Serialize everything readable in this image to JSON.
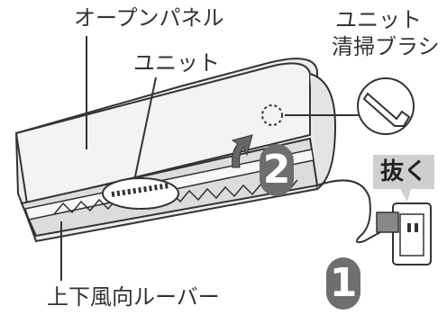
{
  "labels": {
    "open_panel": "オープンパネル",
    "unit": "ユニット",
    "brush_line1": "ユニット",
    "brush_line2": "清掃ブラシ",
    "louver": "上下風向ルーバー",
    "unplug": "抜く"
  },
  "steps": {
    "one": "1",
    "two": "2"
  },
  "colors": {
    "outline": "#333333",
    "body": "#ececec",
    "badge": "#6e6e6e",
    "tag": "#cfcfcf"
  }
}
